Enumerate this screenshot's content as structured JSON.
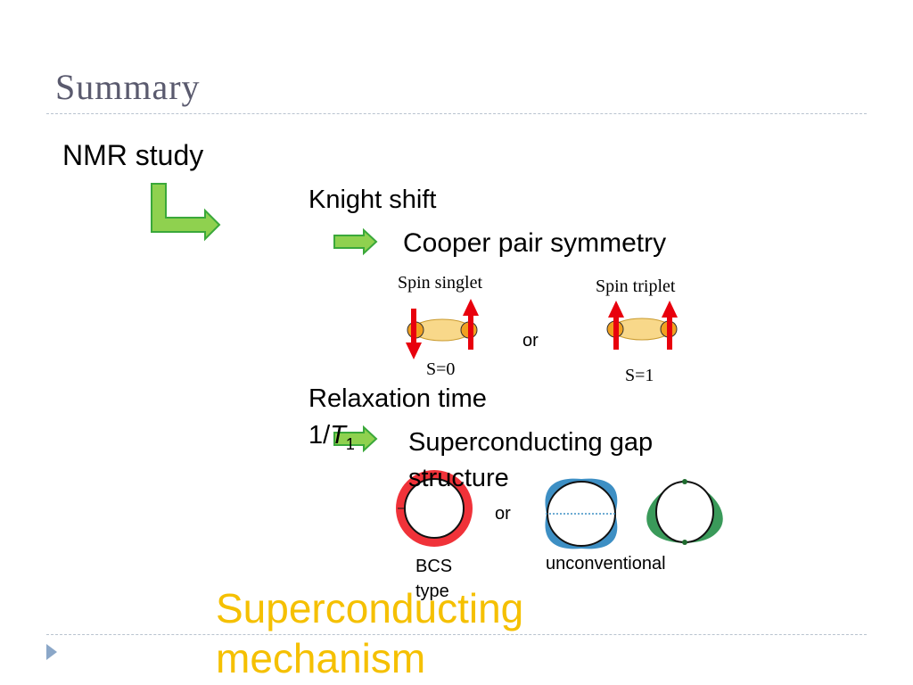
{
  "title": "Summary",
  "nmr_study": "NMR study",
  "knight_shift": "Knight shift",
  "cooper_pair": "Cooper pair symmetry",
  "spin_singlet": {
    "label": "Spin singlet",
    "s": "S=0"
  },
  "spin_triplet": {
    "label": "Spin triplet",
    "s": "S=1"
  },
  "or_1": "or",
  "relaxation_line1": "Relaxation time",
  "relaxation_line2_prefix": "1/",
  "relaxation_line2_var": "T",
  "relaxation_line2_sub": "1",
  "sc_gap_line1": "Superconducting gap",
  "sc_gap_line2": "structure",
  "or_2": "or",
  "bcs_line1": "BCS",
  "bcs_line2": "type",
  "unconventional": "unconventional",
  "mechanism_line1": "Superconducting",
  "mechanism_line2": "mechanism",
  "colors": {
    "title": "#5a5a6e",
    "arrow_green": "#8fd14f",
    "arrow_border": "#3aa83a",
    "spin_arrow": "#e8000d",
    "pair_fill": "#f8d88a",
    "atom": "#f0a020",
    "bcs_ring": "#ee1c24",
    "unconv_blue": "#3d8fc4",
    "unconv_green": "#3a9a5a",
    "mechanism": "#f5c000",
    "bullet": "#8ba7c8"
  }
}
